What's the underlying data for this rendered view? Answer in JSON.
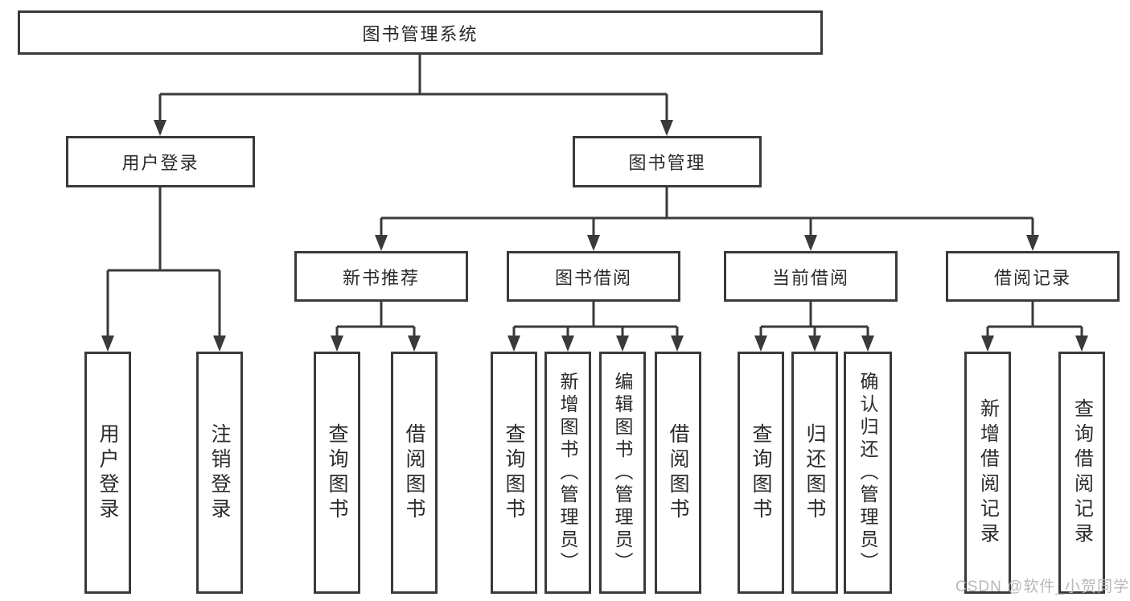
{
  "tree": {
    "label": "图书管理系统",
    "children": [
      {
        "label": "用户登录",
        "children": [
          {
            "label": "用户登录"
          },
          {
            "label": "注销登录"
          }
        ]
      },
      {
        "label": "图书管理",
        "children": [
          {
            "label": "新书推荐",
            "children": [
              {
                "label": "查询图书"
              },
              {
                "label": "借阅图书"
              }
            ]
          },
          {
            "label": "图书借阅",
            "children": [
              {
                "label": "查询图书"
              },
              {
                "label": "新增图书（管理员）"
              },
              {
                "label": "编辑图书（管理员）"
              },
              {
                "label": "借阅图书"
              }
            ]
          },
          {
            "label": "当前借阅",
            "children": [
              {
                "label": "查询图书"
              },
              {
                "label": "归还图书"
              },
              {
                "label": "确认归还（管理员）"
              }
            ]
          },
          {
            "label": "借阅记录",
            "children": [
              {
                "label": "新增借阅记录"
              },
              {
                "label": "查询借阅记录"
              }
            ]
          }
        ]
      }
    ]
  },
  "watermark": "CSDN @软件_小贺同学",
  "colors": {
    "line": "#3a3a3a",
    "box_background": "#ffffff",
    "text": "#2a2a2a",
    "watermark_text": "#b8b8b8"
  }
}
